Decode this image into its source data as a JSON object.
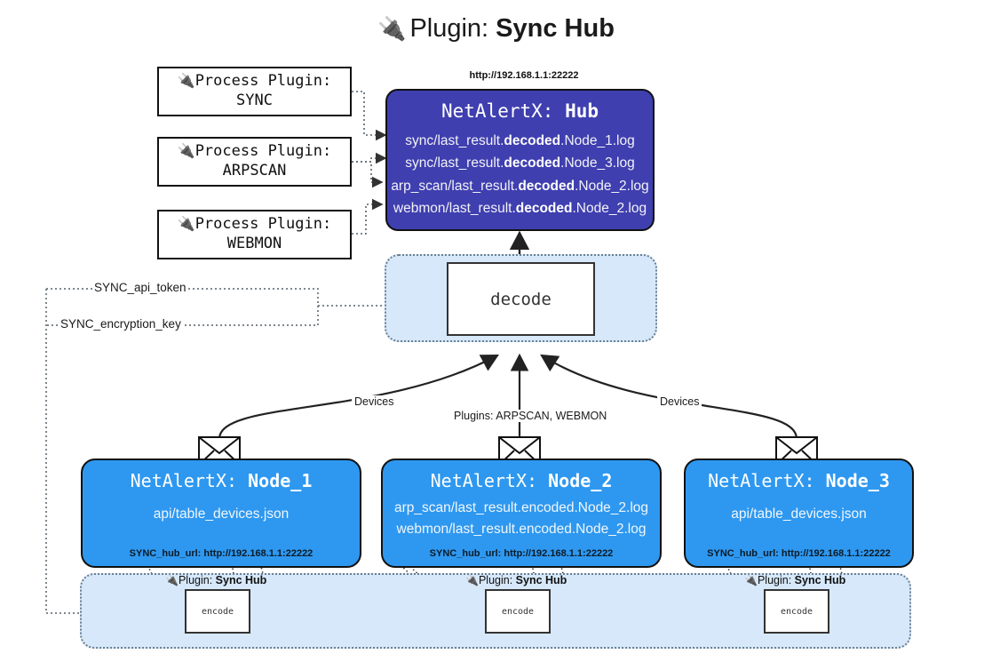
{
  "title": {
    "icon": "plug-icon",
    "prefix": "Plugin:",
    "name": "Sync Hub"
  },
  "process_plugins": [
    {
      "icon": "plug-icon",
      "line1": "Process Plugin:",
      "line2": "SYNC"
    },
    {
      "icon": "plug-icon",
      "line1": "Process Plugin:",
      "line2": "ARPSCAN"
    },
    {
      "icon": "plug-icon",
      "line1": "Process Plugin:",
      "line2": "WEBMON"
    }
  ],
  "hub": {
    "url_label": "http://192.168.1.1:22222",
    "title_prefix": "NetAlertX:",
    "title_name": "Hub",
    "rows": [
      {
        "pre": "sync/last_result.",
        "strong": "decoded",
        "post": ".Node_1.log"
      },
      {
        "pre": "sync/last_result.",
        "strong": "decoded",
        "post": ".Node_3.log"
      },
      {
        "pre": "arp_scan/last_result.",
        "strong": "decoded",
        "post": ".Node_2.log"
      },
      {
        "pre": "webmon/last_result.",
        "strong": "decoded",
        "post": ".Node_2.log"
      }
    ]
  },
  "decode": {
    "label": "decode"
  },
  "keys": [
    {
      "label": "SYNC_api_token"
    },
    {
      "label": "SYNC_encryption_key"
    }
  ],
  "edge_labels": {
    "devices_left": "Devices",
    "devices_right": "Devices",
    "plugins_center": "Plugins: ARPSCAN, WEBMON"
  },
  "nodes": [
    {
      "title_prefix": "NetAlertX:",
      "title_name": "Node_1",
      "lines": [
        "api/table_devices.json"
      ],
      "hub_url": "SYNC_hub_url: http://192.168.1.1:22222",
      "envelope_icon": "envelope-icon"
    },
    {
      "title_prefix": "NetAlertX:",
      "title_name": "Node_2",
      "lines": [
        "arp_scan/last_result.encoded.Node_2.log",
        "webmon/last_result.encoded.Node_2.log"
      ],
      "hub_url": "SYNC_hub_url: http://192.168.1.1:22222",
      "envelope_icon": "envelope-icon"
    },
    {
      "title_prefix": "NetAlertX:",
      "title_name": "Node_3",
      "lines": [
        "api/table_devices.json"
      ],
      "hub_url": "SYNC_hub_url: http://192.168.1.1:22222",
      "envelope_icon": "envelope-icon"
    }
  ],
  "plugin_strip": [
    {
      "icon": "plug-icon",
      "prefix": "Plugin:",
      "name": "Sync Hub",
      "box_label": "encode"
    },
    {
      "icon": "plug-icon",
      "prefix": "Plugin:",
      "name": "Sync Hub",
      "box_label": "encode"
    },
    {
      "icon": "plug-icon",
      "prefix": "Plugin:",
      "name": "Sync Hub",
      "box_label": "encode"
    }
  ],
  "colors": {
    "hub_fill": "#3f3fb0",
    "node_fill": "#2e98f0",
    "container_fill": "#d6e8fa",
    "stroke": "#111111",
    "dotted_stroke": "#55606a"
  }
}
